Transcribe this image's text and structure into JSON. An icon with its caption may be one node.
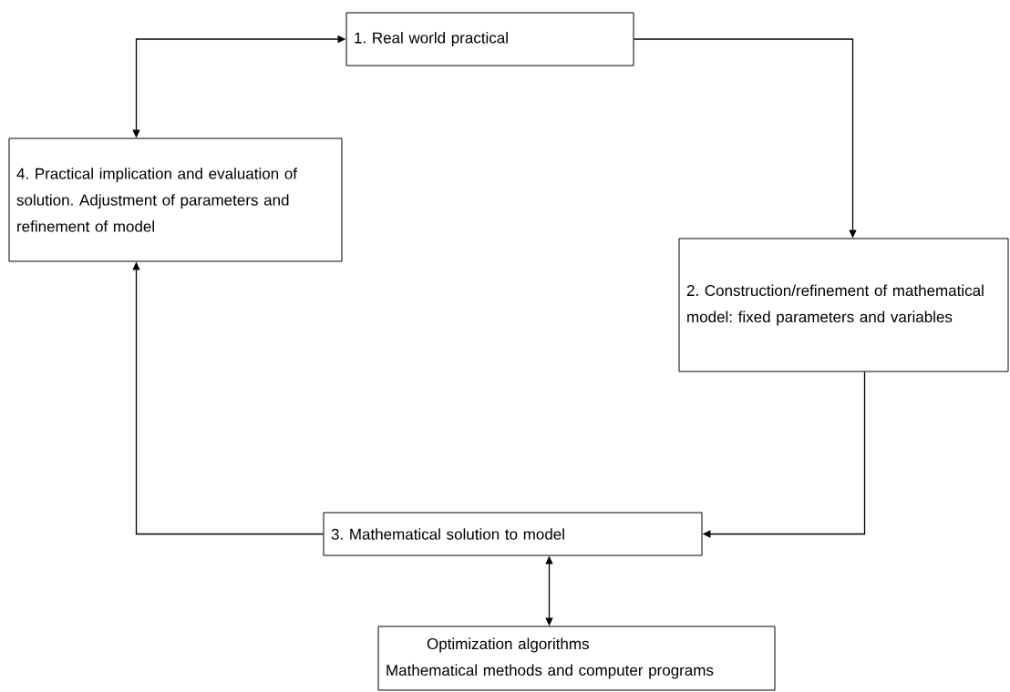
{
  "diagram": {
    "nodes": [
      {
        "text": [
          "1. Real world practical"
        ]
      },
      {
        "text": [
          "2. Construction/refinement of mathematical model: fixed parameters and variables"
        ]
      },
      {
        "text": [
          "3. Mathematical solution to model"
        ]
      },
      {
        "text": [
          "4. Practical implication and evaluation of solution. Adjustment of parameters and refinement of model"
        ]
      },
      {
        "text": [
          "Optimization algorithms",
          "Mathematical methods and computer programs"
        ]
      }
    ],
    "edges": [
      {
        "from": 3,
        "to": 0,
        "arrow": "both"
      },
      {
        "from": 0,
        "to": 1,
        "arrow": "to"
      },
      {
        "from": 1,
        "to": 2,
        "arrow": "to"
      },
      {
        "from": 2,
        "to": 3,
        "arrow": "to"
      },
      {
        "from": 2,
        "to": 4,
        "arrow": "both"
      }
    ]
  }
}
